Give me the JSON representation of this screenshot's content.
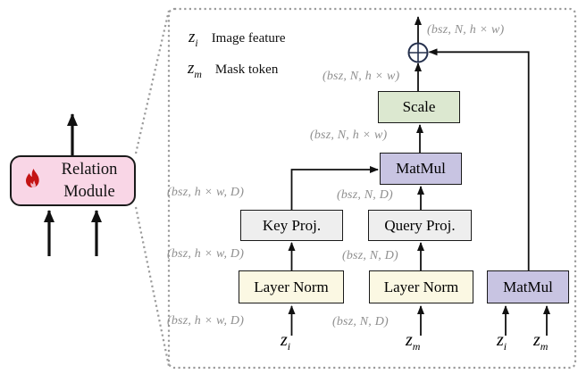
{
  "module_box": {
    "line1": "Relation",
    "line2": "Module",
    "icon": "flame-icon",
    "fill": "#f9d6e6"
  },
  "legend": {
    "zi": {
      "base": "z",
      "sub": "i",
      "desc": "Image feature"
    },
    "zm": {
      "base": "z",
      "sub": "m",
      "desc": "Mask token"
    }
  },
  "boxes": {
    "scale": {
      "label": "Scale",
      "fill": "#dce8d0"
    },
    "matmul_center": {
      "label": "MatMul",
      "fill": "#c8c4e2"
    },
    "matmul_right": {
      "label": "MatMul",
      "fill": "#c8c4e2"
    },
    "key_proj": {
      "label": "Key Proj.",
      "fill": "#eeeeee"
    },
    "query_proj": {
      "label": "Query Proj.",
      "fill": "#eeeeee"
    },
    "layer_norm_left": {
      "label": "Layer Norm",
      "fill": "#fbf8e3"
    },
    "layer_norm_right": {
      "label": "Layer Norm",
      "fill": "#fbf8e3"
    }
  },
  "dims": {
    "output": "(bsz, N, h × w)",
    "above_scale": "(bsz, N, h × w)",
    "below_scale": "(bsz, N, h × w)",
    "key_above": "(bsz, h × w, D)",
    "query_above": "(bsz, N, D)",
    "key_below": "(bsz, h × w, D)",
    "query_below": "(bsz, N, D)",
    "zi_input": "(bsz, h × w, D)",
    "zm_input": "(bsz, N, D)"
  },
  "inputs": {
    "zi_left": {
      "base": "z",
      "sub": "i"
    },
    "zm_mid": {
      "base": "z",
      "sub": "m"
    },
    "zi_right": {
      "base": "z",
      "sub": "i"
    },
    "zm_right": {
      "base": "z",
      "sub": "m"
    }
  },
  "icons": {
    "flame": "flame-icon",
    "add": "circled-plus-icon"
  },
  "colors": {
    "flame_red": "#c41414",
    "dim_label_gray": "#8f8f8f",
    "dotted_border_gray": "#9b9b9b",
    "add_circle_navy": "#25304d",
    "arrow_black": "#111111"
  }
}
